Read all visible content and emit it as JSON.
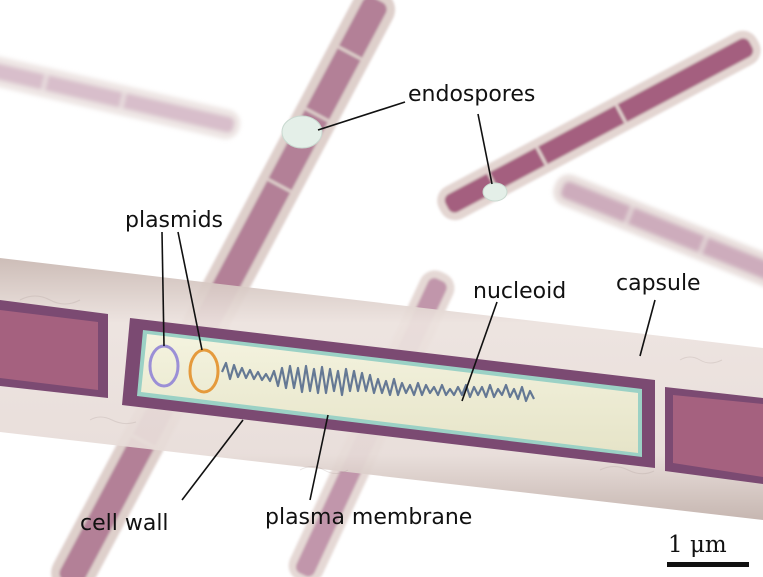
{
  "labels": {
    "endospores": "endospores",
    "plasmids": "plasmids",
    "nucleoid": "nucleoid",
    "capsule": "capsule",
    "cell_wall": "cell wall",
    "plasma_membrane": "plasma membrane"
  },
  "scale_bar": {
    "label": "1 μm"
  },
  "colors": {
    "capsule": "#e4d6d2",
    "cell_wall": "#7b4a72",
    "cytoplasm_pink": "#a5617f",
    "membrane": "#9bd1c5",
    "interior": "#efeed5",
    "nucleoid": "#5d7290",
    "plasmid_purple": "#9b8fd6",
    "plasmid_orange": "#e59a3c",
    "endospore": "#e4efe8"
  }
}
